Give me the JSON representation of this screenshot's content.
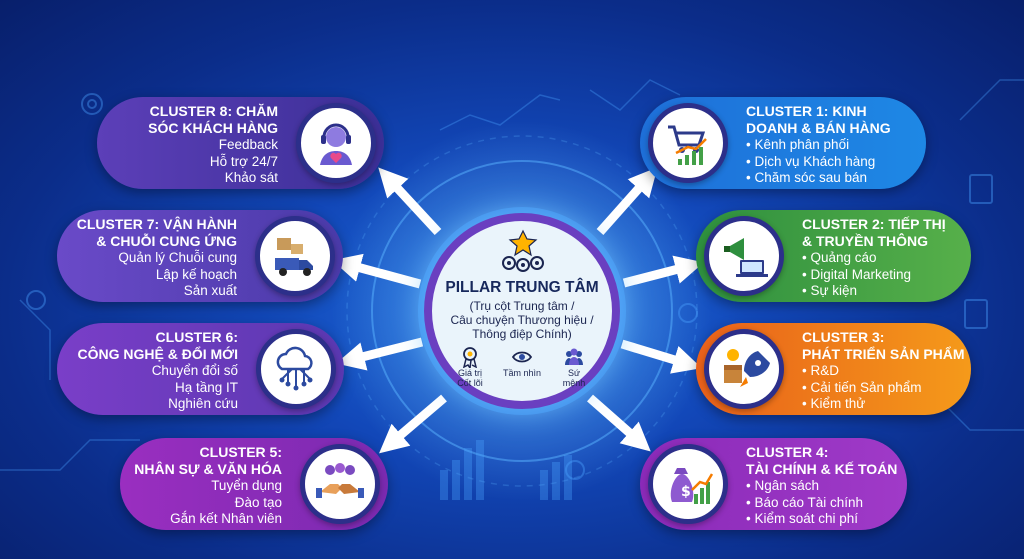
{
  "center": {
    "title": "PILLAR TRUNG TÂM",
    "subtitle": "(Trụ cột Trung tâm /\nCâu chuyện Thương hiệu /\nThông điệp Chính)",
    "icons": [
      {
        "label": "Giá trị\nCốt lõi",
        "icon": "award-icon"
      },
      {
        "label": "Tầm nhìn",
        "icon": "eye-icon"
      },
      {
        "label": "Sứ\nmệnh",
        "icon": "team-icon"
      }
    ]
  },
  "clusters": [
    {
      "id": "c1",
      "title": "CLUSTER 1: KINH\nDOANH & BÁN HÀNG",
      "items": [
        "Kênh phân phối",
        "Dịch vụ Khách hàng",
        "Chăm sóc sau bán"
      ],
      "icon": "shopping-cart-chart-icon",
      "color": "#1e88e5"
    },
    {
      "id": "c2",
      "title": "CLUSTER 2: TIẾP THỊ\n& TRUYỀN THÔNG",
      "items": [
        "Quảng cáo",
        "Digital Marketing",
        "Sự kiện"
      ],
      "icon": "megaphone-laptop-icon",
      "color": "#43a047"
    },
    {
      "id": "c3",
      "title": "CLUSTER 3:\nPHÁT TRIỂN SẢN PHẨM",
      "items": [
        "R&D",
        "Cải tiến Sản phẩm",
        "Kiểm thử"
      ],
      "icon": "rocket-box-icon",
      "color": "#f57c00"
    },
    {
      "id": "c4",
      "title": "CLUSTER 4:\nTÀI CHÍNH & KẾ TOÁN",
      "items": [
        "Ngân sách",
        "Báo cáo Tài chính",
        "Kiểm soát chi phí"
      ],
      "icon": "money-bag-chart-icon",
      "color": "#8e24aa"
    },
    {
      "id": "c5",
      "title": "CLUSTER 5:\nNHÂN SỰ & VĂN HÓA",
      "items": [
        "Tuyển dụng",
        "Đào tạo",
        "Gắn kết Nhân viên"
      ],
      "icon": "handshake-icon",
      "color": "#8e24aa"
    },
    {
      "id": "c6",
      "title": "CLUSTER 6:\nCÔNG NGHỆ & ĐỔI MỚI",
      "items": [
        "Chuyển đổi số",
        "Hạ tầng IT",
        "Nghiên cứu"
      ],
      "icon": "cloud-network-icon",
      "color": "#6a3fc0"
    },
    {
      "id": "c7",
      "title": "CLUSTER 7: VẬN HÀNH\n& CHUỖI CUNG ỨNG",
      "items": [
        "Quản lý Chuỗi cung",
        "Lập kế hoạch",
        "Sản xuất"
      ],
      "icon": "delivery-truck-icon",
      "color": "#5a3fb0"
    },
    {
      "id": "c8",
      "title": "CLUSTER 8: CHĂM\nSÓC KHÁCH HÀNG",
      "items": [
        "Feedback",
        "Hỗ trợ 24/7",
        "Khảo sát"
      ],
      "icon": "customer-support-icon",
      "color": "#4a3aa8"
    }
  ]
}
